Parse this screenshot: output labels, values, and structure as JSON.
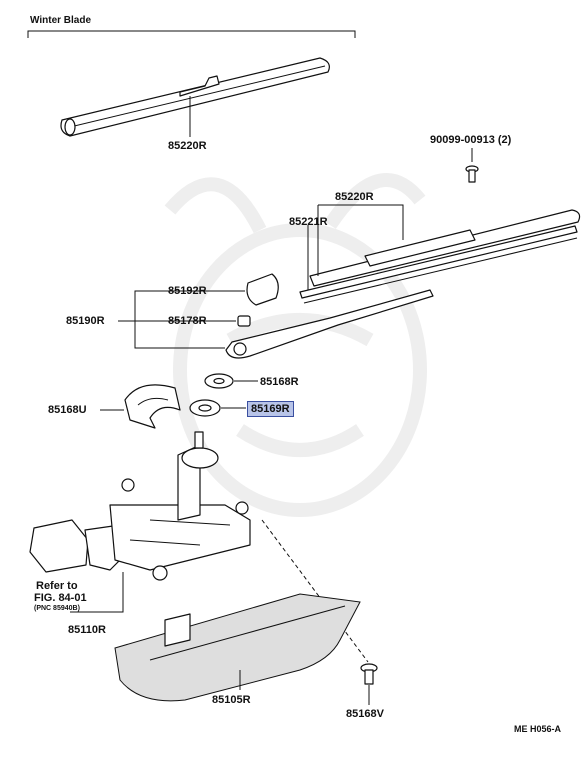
{
  "diagram": {
    "header_label": "Winter Blade",
    "drawing_code": "ME H056-A",
    "callouts": [
      {
        "id": "85220R_top",
        "text": "85220R"
      },
      {
        "id": "90099",
        "text": "90099-00913 (2)"
      },
      {
        "id": "85220R",
        "text": "85220R"
      },
      {
        "id": "85221R",
        "text": "85221R"
      },
      {
        "id": "85192R",
        "text": "85192R"
      },
      {
        "id": "85190R",
        "text": "85190R"
      },
      {
        "id": "85178R",
        "text": "85178R"
      },
      {
        "id": "85168R",
        "text": "85168R"
      },
      {
        "id": "85168U",
        "text": "85168U"
      },
      {
        "id": "85169R",
        "text": "85169R"
      },
      {
        "id": "85110R",
        "text": "85110R"
      },
      {
        "id": "85105R",
        "text": "85105R"
      },
      {
        "id": "85168V",
        "text": "85168V"
      }
    ],
    "reference": {
      "line1": "Refer to",
      "line2": "FIG. 84-01",
      "line3": "(PNC 85940B)"
    },
    "highlight_color": "#b8c4e8"
  }
}
